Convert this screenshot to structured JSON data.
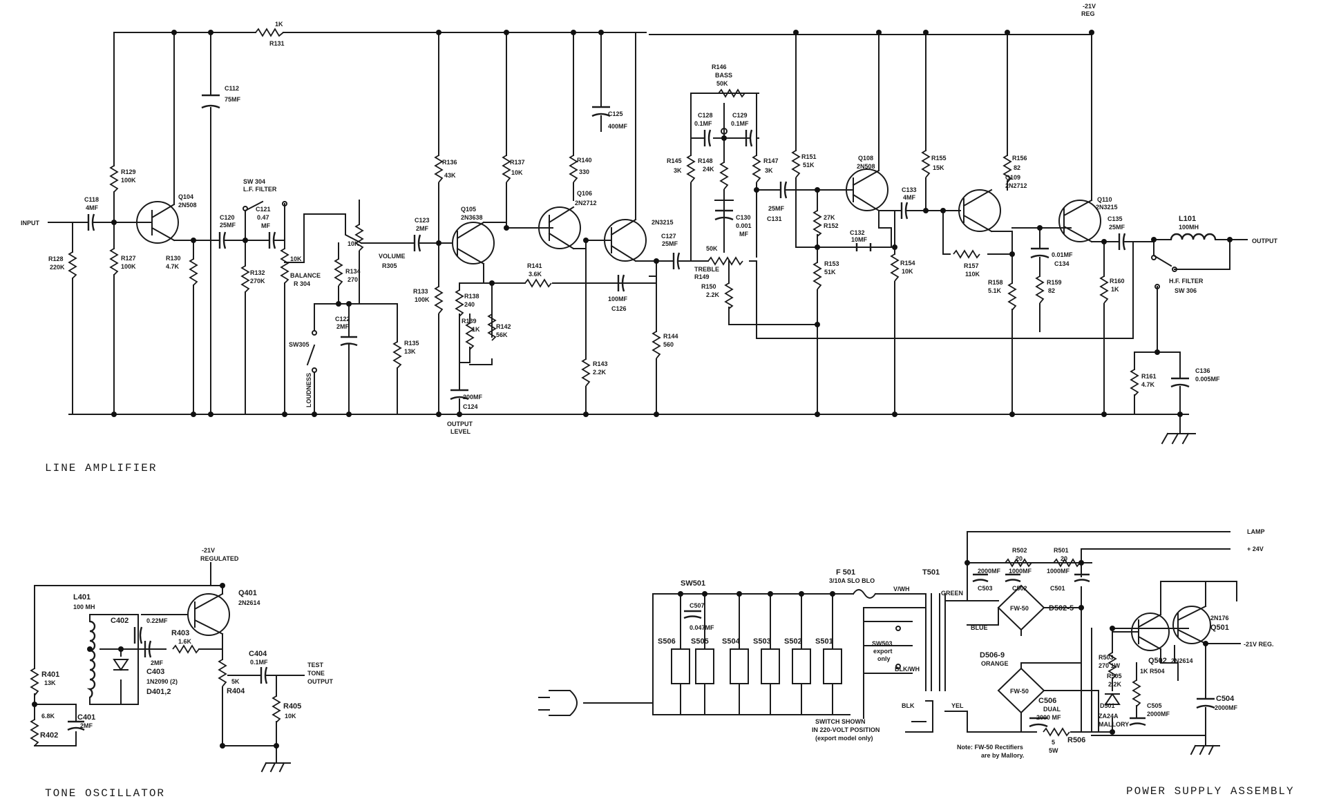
{
  "sections": {
    "line_amplifier": "LINE AMPLIFIER",
    "tone_oscillator": "TONE OSCILLATOR",
    "power_supply": "POWER SUPPLY ASSEMBLY"
  },
  "top_rail": {
    "line1": "-21V",
    "line2": "REG"
  },
  "line_amp": {
    "r131": [
      "1K",
      "R131"
    ],
    "c112": [
      "C112",
      "75MF"
    ],
    "r129": [
      "R129",
      "100K"
    ],
    "q104": [
      "Q104",
      "2N508"
    ],
    "c118": [
      "C118",
      "4MF"
    ],
    "input": "INPUT",
    "r128": [
      "R128",
      "220K"
    ],
    "r127": [
      "R127",
      "100K"
    ],
    "r130": [
      "R130",
      "4.7K"
    ],
    "sw304": [
      "SW 304",
      "L.F. FILTER"
    ],
    "c120": [
      "C120",
      "25MF"
    ],
    "c121": [
      "C121",
      "0.47",
      "MF"
    ],
    "r132": [
      "R132",
      "270K"
    ],
    "balance": [
      "10K",
      "BALANCE",
      "R 304"
    ],
    "volume": [
      "10K",
      "VOLUME",
      "R305"
    ],
    "r134": [
      "R134",
      "270"
    ],
    "sw305": "SW305",
    "loudness": "LOUDNESS",
    "c122": [
      "C122",
      "2MF"
    ],
    "r135": [
      "R135",
      "13K"
    ],
    "r136": [
      "R136",
      "43K"
    ],
    "c123": [
      "C123",
      "2MF"
    ],
    "r133": [
      "R133",
      "100K"
    ],
    "q105": [
      "Q105",
      "2N3638"
    ],
    "r137": [
      "R137",
      "10K"
    ],
    "r138": [
      "R138",
      "240"
    ],
    "r139": [
      "R139",
      "1K"
    ],
    "r142": [
      "R142",
      "56K"
    ],
    "c124": [
      "200MF",
      "C124"
    ],
    "output_level": [
      "OUTPUT",
      "LEVEL"
    ],
    "c125": [
      "C125",
      "400MF"
    ],
    "r140": [
      "R140",
      "330"
    ],
    "q106": [
      "Q106",
      "2N2712"
    ],
    "r141": [
      "R141",
      "3.6K"
    ],
    "r143": [
      "R143",
      "2.2K"
    ],
    "q107": "2N3215",
    "c126": [
      "100MF",
      "C126"
    ],
    "c127": [
      "C127",
      "25MF"
    ],
    "r144": [
      "R144",
      "560"
    ],
    "r146": [
      "R146",
      "BASS",
      "50K"
    ],
    "c128": [
      "C128",
      "0.1MF"
    ],
    "c129": [
      "C129",
      "0.1MF"
    ],
    "r145": [
      "R145",
      "3K"
    ],
    "r148": [
      "R148",
      "24K"
    ],
    "r147": [
      "R147",
      "3K"
    ],
    "c130": [
      "C130",
      "0.001",
      "MF"
    ],
    "treble": [
      "50K",
      "TREBLE",
      "R149"
    ],
    "r150": [
      "R150",
      "2.2K"
    ],
    "r151": [
      "R151",
      "51K"
    ],
    "c131": [
      "25MF",
      "C131"
    ],
    "r152": [
      "27K",
      "R152"
    ],
    "c132": [
      "C132",
      "10MF"
    ],
    "r153": [
      "R153",
      "51K"
    ],
    "q108": [
      "Q108",
      "2N508"
    ],
    "c133": [
      "C133",
      "4MF"
    ],
    "r154": [
      "R154",
      "10K"
    ],
    "r155": [
      "R155",
      "15K"
    ],
    "r156": [
      "R156",
      "82"
    ],
    "q109": [
      "Q109",
      "2N2712"
    ],
    "r157": [
      "R157",
      "110K"
    ],
    "c134": [
      "0.01MF",
      "C134"
    ],
    "r158": [
      "R158",
      "5.1K"
    ],
    "r159": [
      "R159",
      "82"
    ],
    "q110": [
      "Q110",
      "2N3215"
    ],
    "c135": [
      "C135",
      "25MF"
    ],
    "r160": [
      "R160",
      "1K"
    ],
    "l101": [
      "L101",
      "100MH"
    ],
    "output": "OUTPUT",
    "sw306": [
      "H.F. FILTER",
      "SW 306"
    ],
    "r161": [
      "R161",
      "4.7K"
    ],
    "c136": [
      "C136",
      "0.005MF"
    ]
  },
  "tone_osc": {
    "supply": [
      "-21V",
      "REGULATED"
    ],
    "q401": [
      "Q401",
      "2N2614"
    ],
    "l401": [
      "L401",
      "100 MH"
    ],
    "c402": [
      "C402",
      "0.22MF"
    ],
    "r403": [
      "R403",
      "1.6K"
    ],
    "c403": [
      "2MF",
      "C403",
      "1N2090 (2)",
      "D401,2"
    ],
    "r401": [
      "R401",
      "13K"
    ],
    "r402": [
      "6.8K",
      "R402"
    ],
    "c401": [
      "C401",
      "2MF"
    ],
    "r404": [
      "5K",
      "R404"
    ],
    "c404": [
      "C404",
      "0.1MF"
    ],
    "test_out": [
      "TEST",
      "TONE",
      "OUTPUT"
    ],
    "r405": [
      "R405",
      "10K"
    ]
  },
  "power": {
    "lamp": "LAMP",
    "plus24": "+ 24V",
    "r502": [
      "R502",
      "20"
    ],
    "r501": [
      "R501",
      "20"
    ],
    "caps": [
      "2000MF",
      "1000MF",
      "1000MF"
    ],
    "c503": "C503",
    "c502": "C502",
    "c501": "C501",
    "f501": [
      "F 501",
      "3/10A SLO BLO"
    ],
    "t501": "T501",
    "vwh": "V/WH",
    "green": "GREEN",
    "blue": "BLUE",
    "fw50a": "FW-50",
    "d502": "D502-5",
    "sw501": "SW501",
    "c507": [
      "C507",
      "0.047MF"
    ],
    "switches": [
      "S506",
      "S505",
      "S504",
      "S503",
      "S502",
      "S501"
    ],
    "sw503": [
      "SW503",
      "export",
      "only"
    ],
    "blkwh": "BLK/WH",
    "blk": "BLK",
    "yel": "YEL",
    "d506": [
      "D506-9",
      "ORANGE"
    ],
    "fw50b": "FW-50",
    "c506": [
      "C506",
      "DUAL",
      "2000 MF"
    ],
    "r506": [
      "5",
      "5W",
      "R506"
    ],
    "switch_note": [
      "SWITCH SHOWN",
      "IN 220-VOLT POSITION",
      "(export model only)"
    ],
    "note": [
      "Note:  FW-50 Rectifiers",
      "are by Mallory."
    ],
    "r503": [
      "R503",
      "270 1W"
    ],
    "r505": [
      "R505",
      "2.2K"
    ],
    "r504": "1K R504",
    "d501": [
      "D501",
      "ZA24A",
      "MALLORY"
    ],
    "q502": [
      "Q502",
      "2N2614"
    ],
    "q501": [
      "2N176",
      "Q501"
    ],
    "c505": [
      "C505",
      "2000MF"
    ],
    "minus21": "-21V REG.",
    "c504": [
      "C504",
      "2000MF"
    ]
  }
}
